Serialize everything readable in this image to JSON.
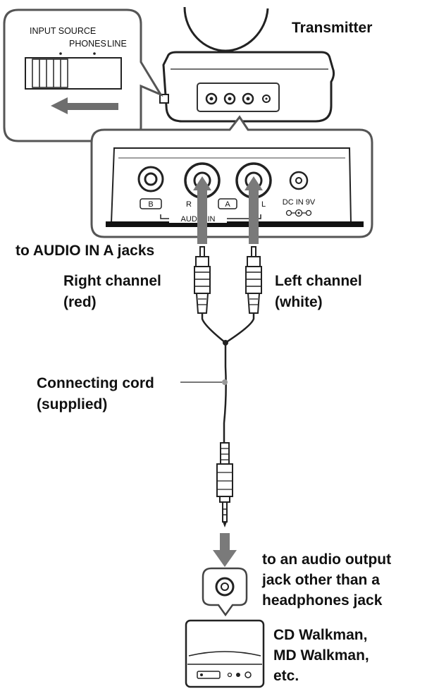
{
  "inset": {
    "input_source": "INPUT SOURCE",
    "phones": "PHONES",
    "line": "LINE"
  },
  "transmitter": {
    "title": "Transmitter"
  },
  "panel": {
    "jack_b": "B",
    "jack_r": "R",
    "jack_a": "A",
    "jack_l": "L",
    "audio_in": "AUDIO IN",
    "dc_in": "DC IN 9V"
  },
  "labels": {
    "to_audio_in": "to AUDIO IN A jacks",
    "right_channel_1": "Right channel",
    "right_channel_2": "(red)",
    "left_channel_1": "Left channel",
    "left_channel_2": "(white)",
    "cord_1": "Connecting cord",
    "cord_2": "(supplied)",
    "output_1": "to an audio output",
    "output_2": "jack other than a",
    "output_3": "headphones jack",
    "device_1": "CD Walkman,",
    "device_2": "MD Walkman,",
    "device_3": "etc."
  }
}
